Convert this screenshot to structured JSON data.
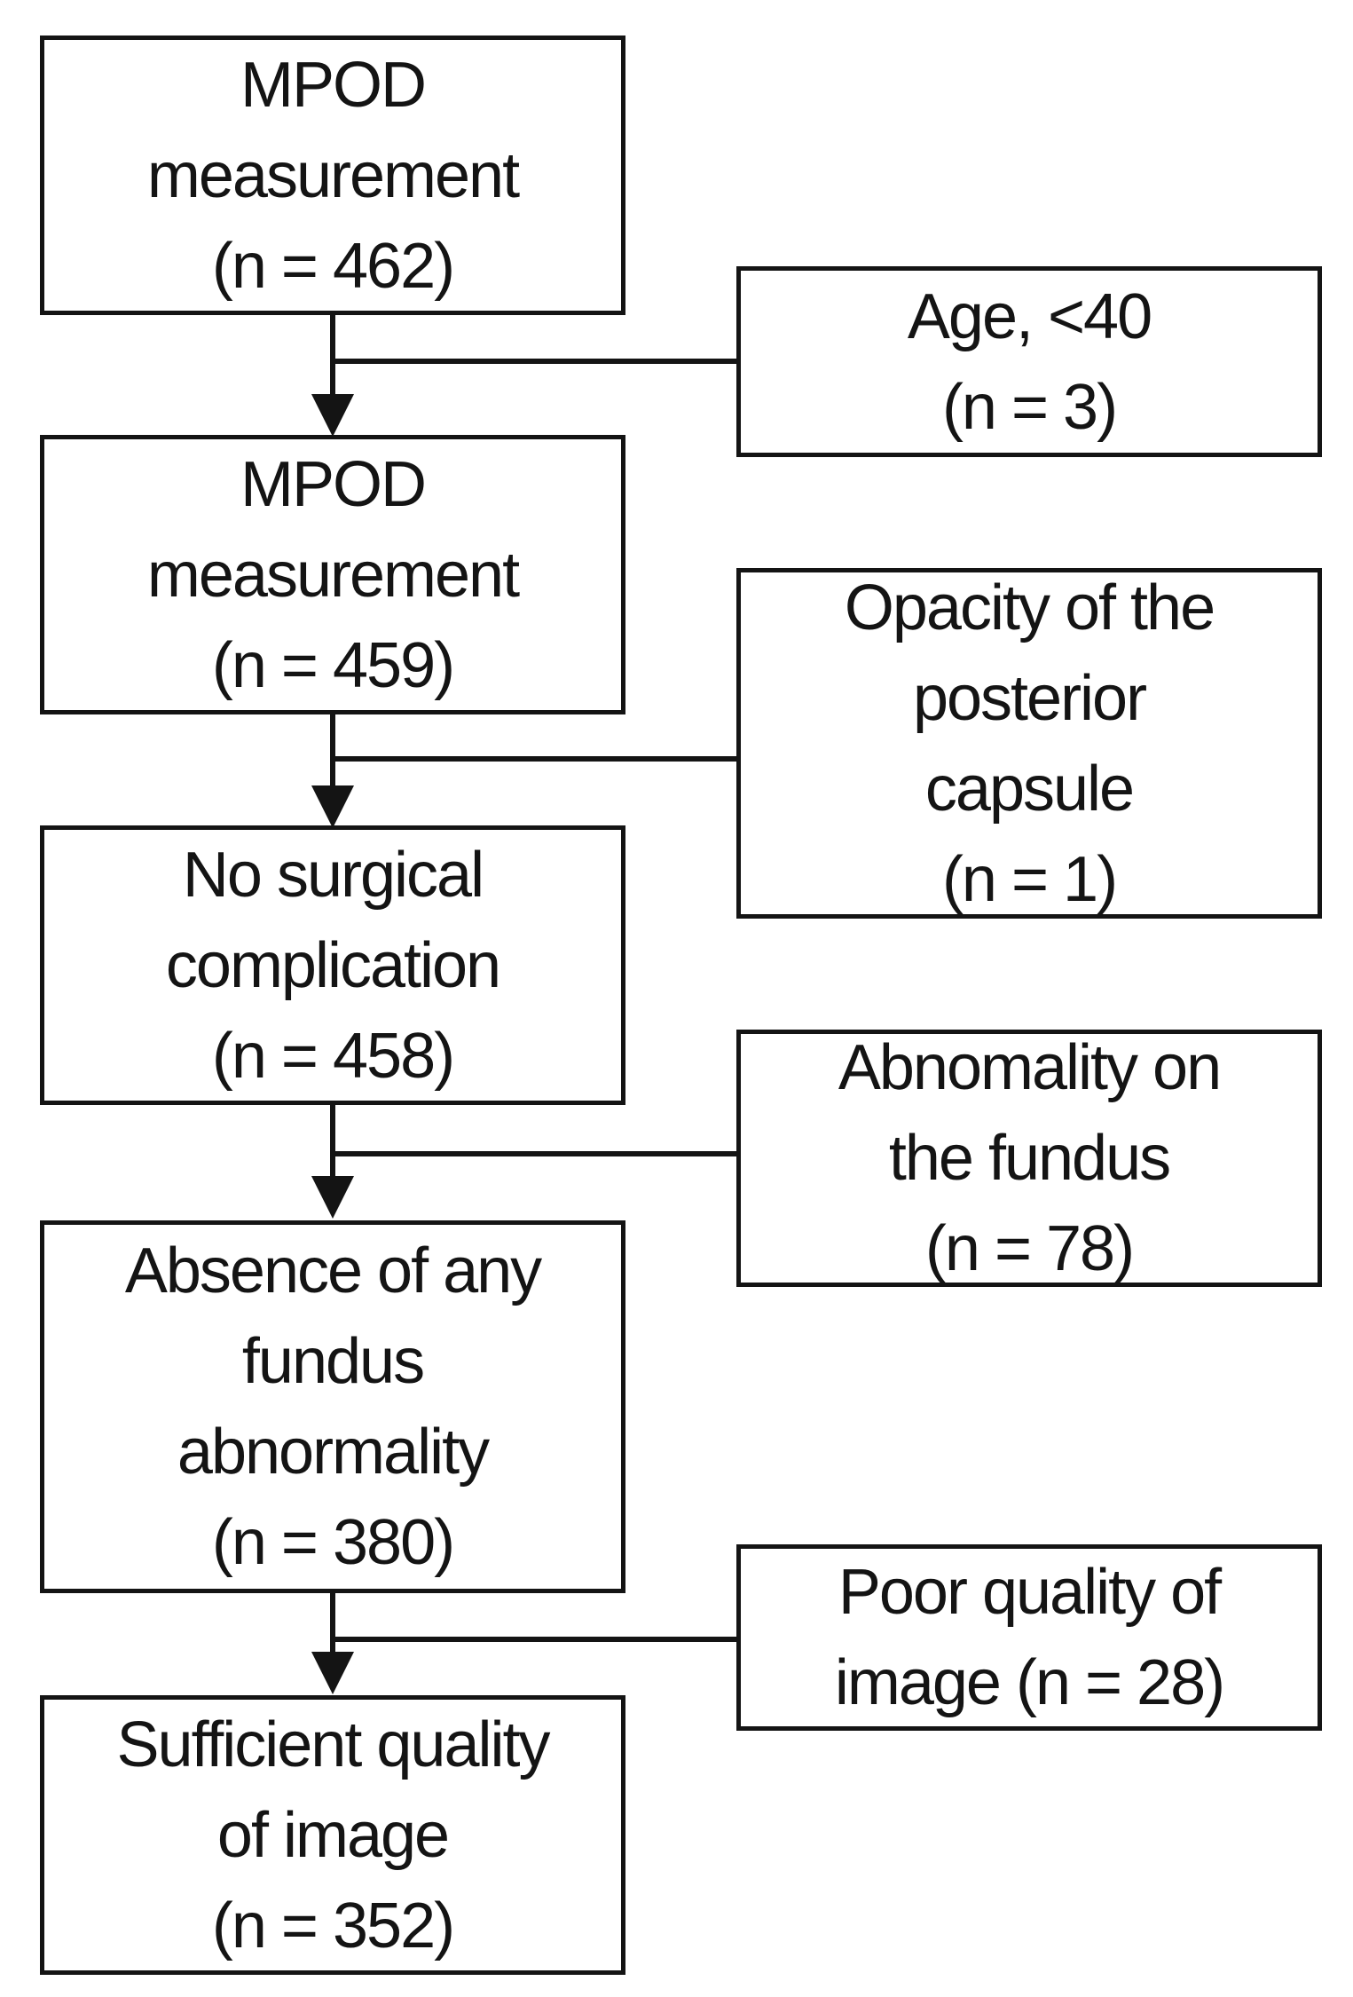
{
  "diagram": {
    "background_color": "#ffffff",
    "line_color": "#141414",
    "text_color": "#141414",
    "main_boxes": [
      {
        "id": "mpod-measurement-462",
        "lines": [
          "MPOD",
          "measurement",
          "(n = 462)"
        ]
      },
      {
        "id": "mpod-measurement-459",
        "lines": [
          "MPOD",
          "measurement",
          "(n = 459)"
        ]
      },
      {
        "id": "no-surgical-complication-458",
        "lines": [
          "No surgical",
          "complication",
          "(n = 458)"
        ]
      },
      {
        "id": "absence-fundus-abnormality-380",
        "lines": [
          "Absence of any",
          "fundus",
          "abnormality",
          "(n = 380)"
        ]
      },
      {
        "id": "sufficient-quality-image-352",
        "lines": [
          "Sufficient quality",
          "of image",
          "(n = 352)"
        ]
      }
    ],
    "exclusion_boxes": [
      {
        "id": "age-under-40",
        "lines": [
          "Age, <40",
          "(n = 3)"
        ]
      },
      {
        "id": "opacity-posterior-capsule",
        "lines": [
          "Opacity of the",
          "posterior",
          "capsule",
          "(n = 1)"
        ]
      },
      {
        "id": "abnomality-fundus",
        "lines": [
          "Abnomality on",
          "the fundus",
          "(n = 78)"
        ]
      },
      {
        "id": "poor-quality-image",
        "lines": [
          "Poor quality of",
          "image (n = 28)"
        ]
      }
    ]
  }
}
